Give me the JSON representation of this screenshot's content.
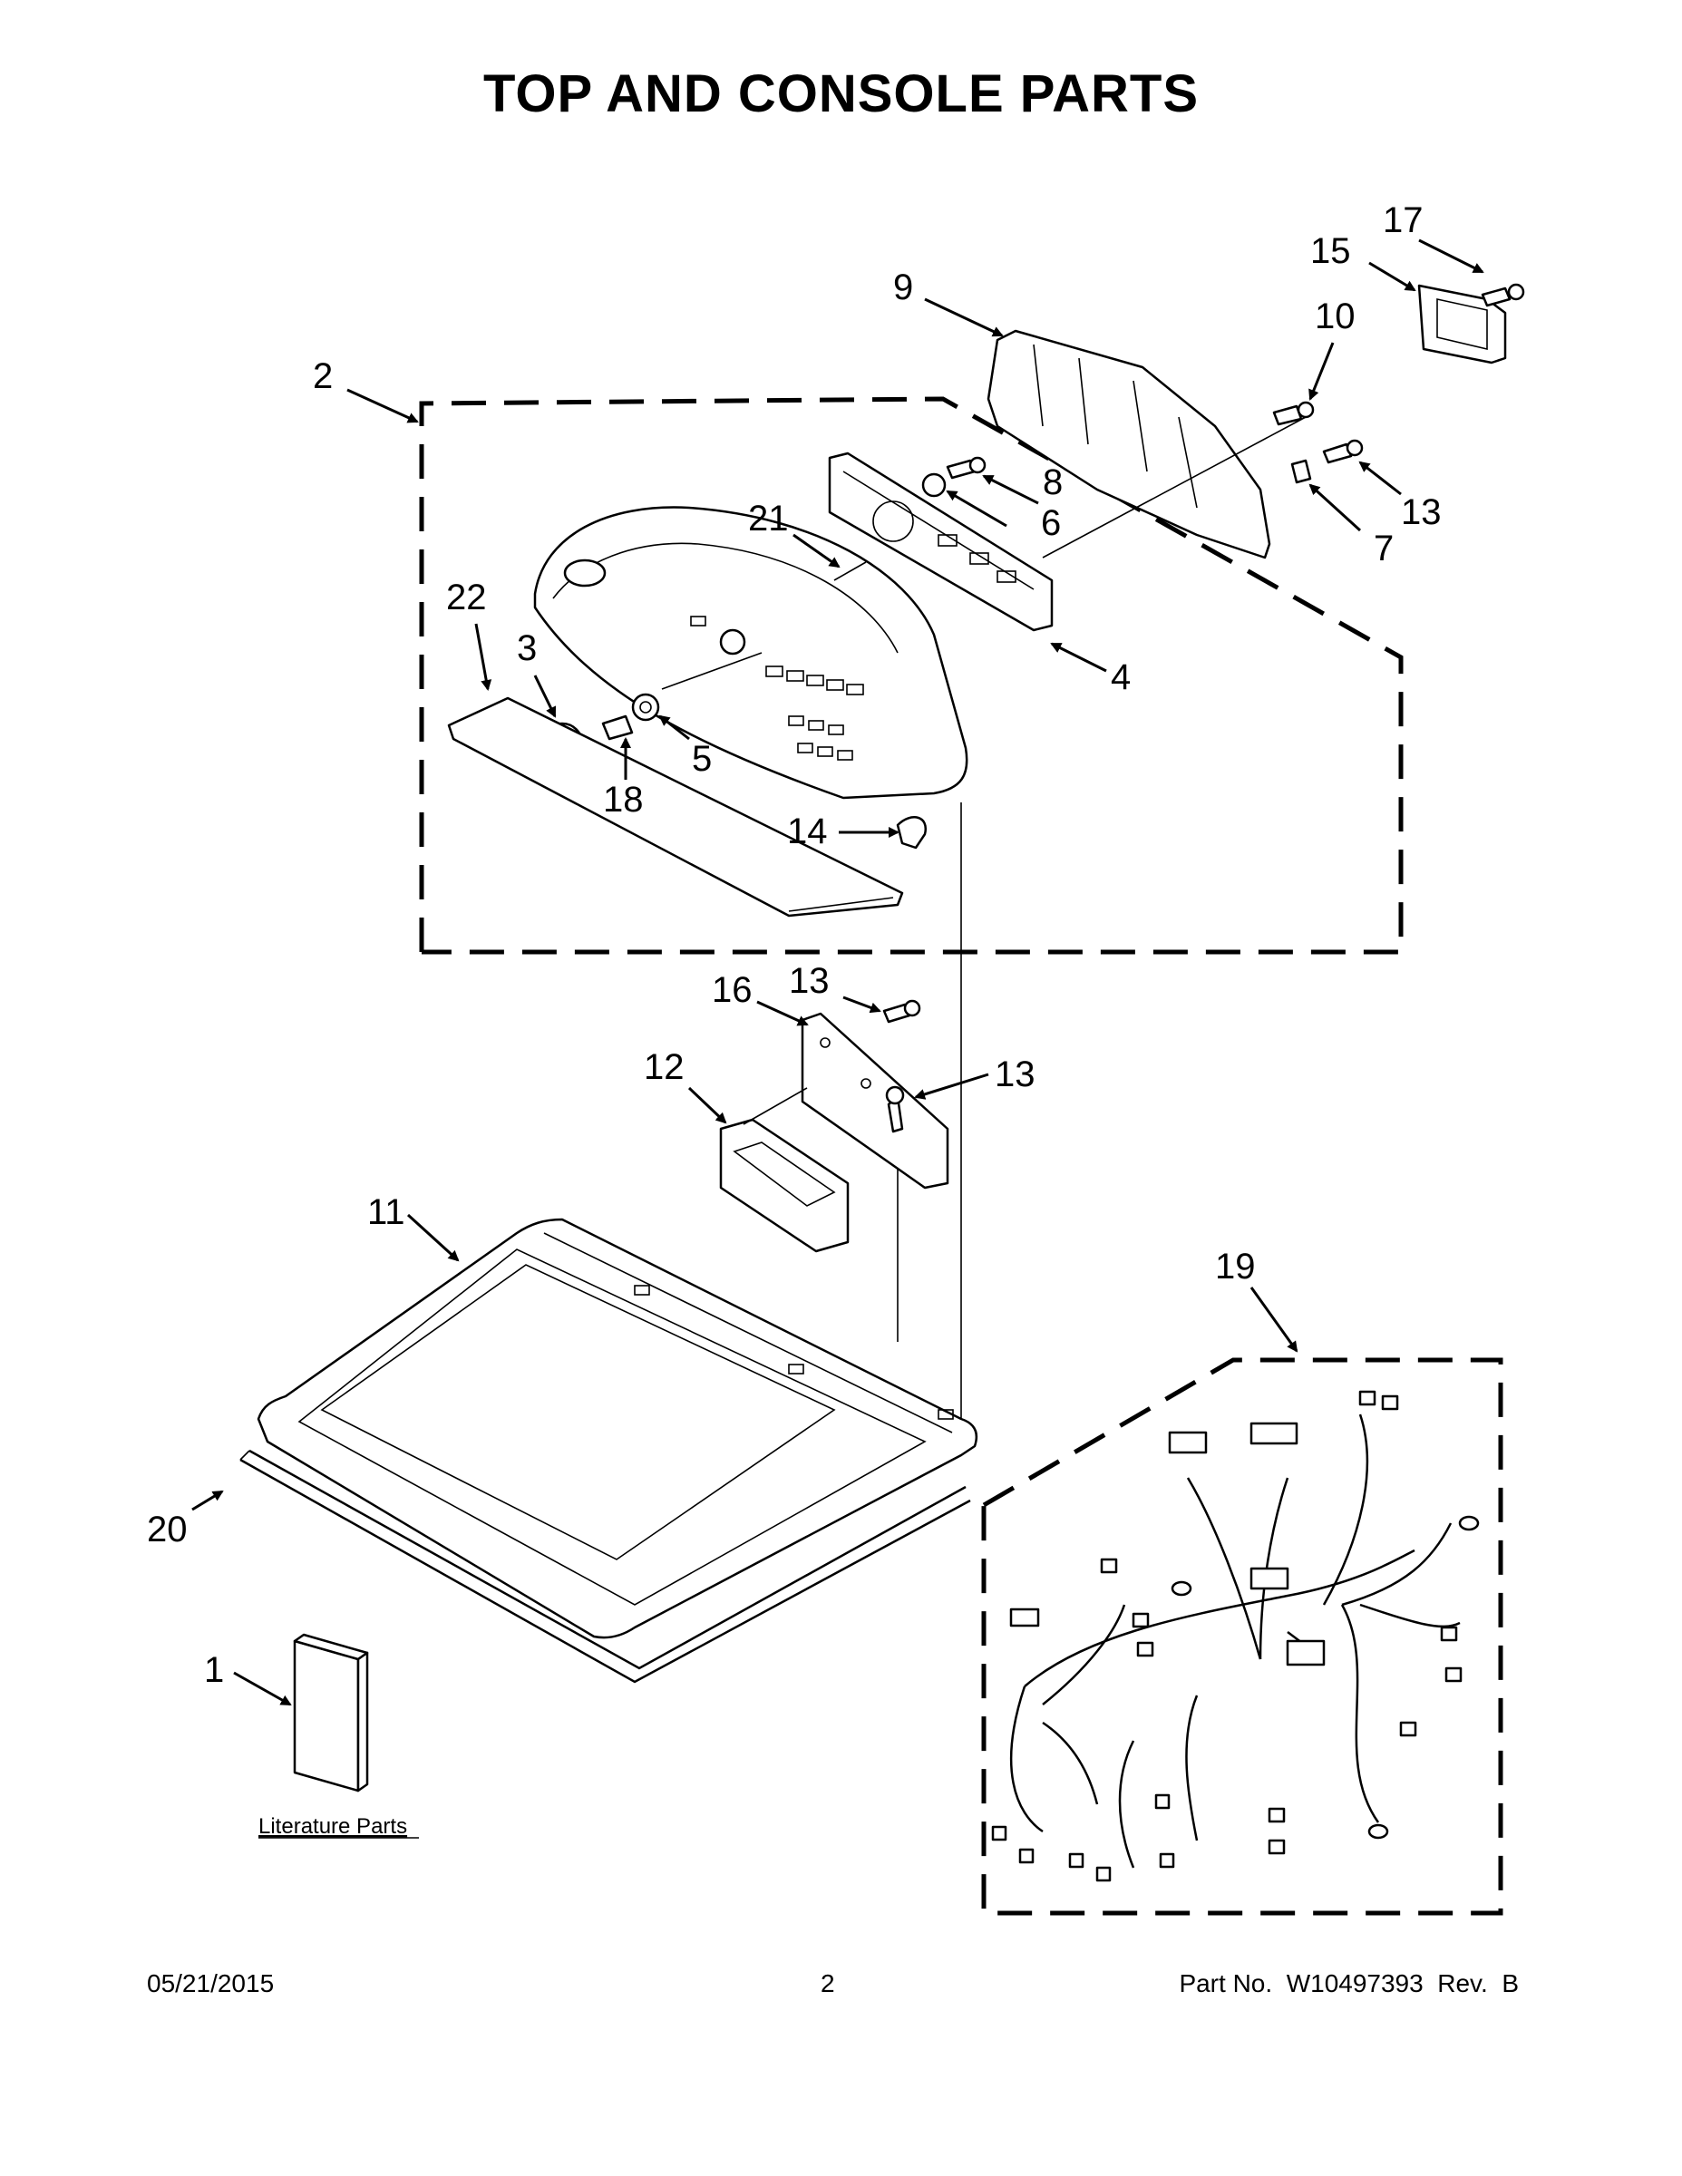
{
  "page": {
    "title": "TOP AND CONSOLE PARTS",
    "footer": {
      "date": "05/21/2015",
      "page_number": "2",
      "part_info": "Part No.  W10497393  Rev.  B"
    }
  },
  "labels": {
    "n1": "1",
    "n2": "2",
    "n3": "3",
    "n4": "4",
    "n5": "5",
    "n6": "6",
    "n7": "7",
    "n8": "8",
    "n9": "9",
    "n10": "10",
    "n11": "11",
    "n12": "12",
    "n13a": "13",
    "n13b": "13",
    "n13c": "13",
    "n14": "14",
    "n15": "15",
    "n16": "16",
    "n17": "17",
    "n18": "18",
    "n19": "19",
    "n20": "20",
    "n21": "21",
    "n22": "22",
    "literature": "Literature Parts"
  }
}
